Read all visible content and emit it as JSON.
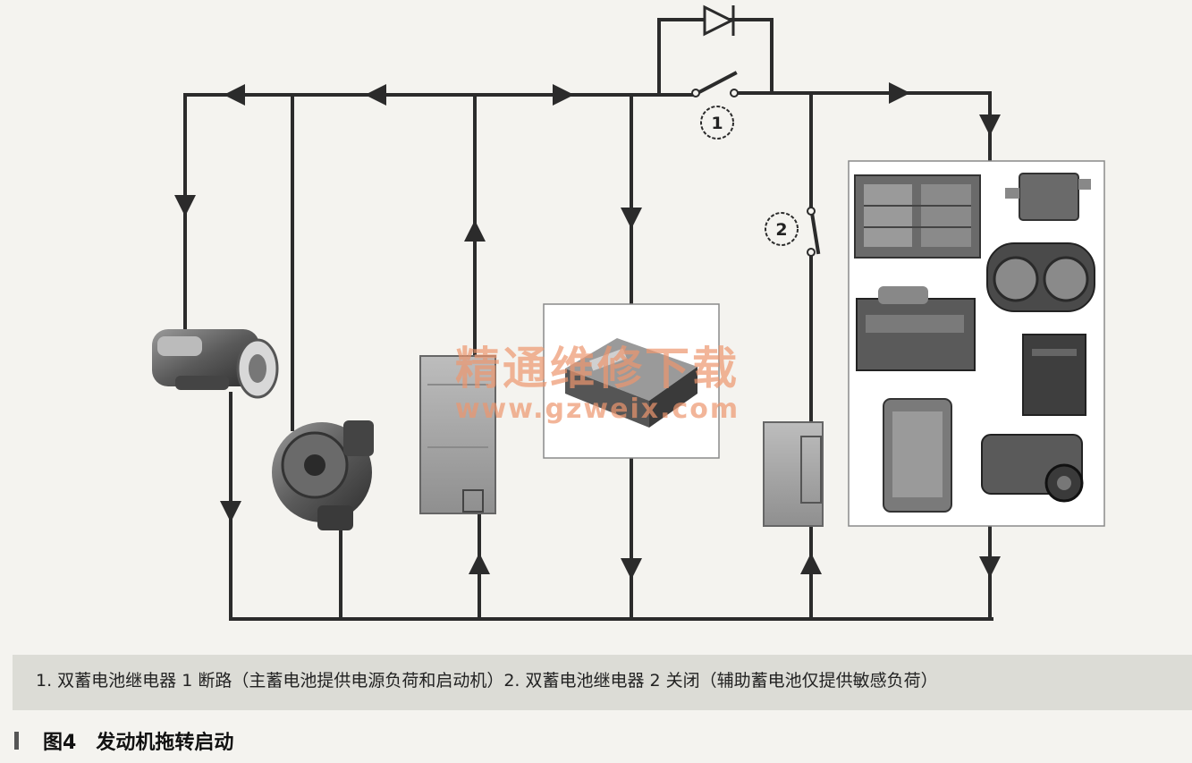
{
  "diagram": {
    "markers": {
      "relay_1": "1",
      "relay_2": "2"
    },
    "components": [
      "starter-motor",
      "alternator",
      "main-battery",
      "dual-battery-relay-module",
      "auxiliary-battery",
      "sensitive-loads-group"
    ]
  },
  "watermark": {
    "text": "精通维修下载",
    "url": "www.gzweix.com"
  },
  "caption": "1. 双蓄电池继电器 1 断路（主蓄电池提供电源负荷和启动机）2. 双蓄电池继电器 2 关闭（辅助蓄电池仅提供敏感负荷）",
  "figure": {
    "number": "图4",
    "title": "发动机拖转启动"
  },
  "colors": {
    "wire": "#2b2b2b",
    "background": "#f4f3ef",
    "caption_bar": "#dcdcd6"
  }
}
